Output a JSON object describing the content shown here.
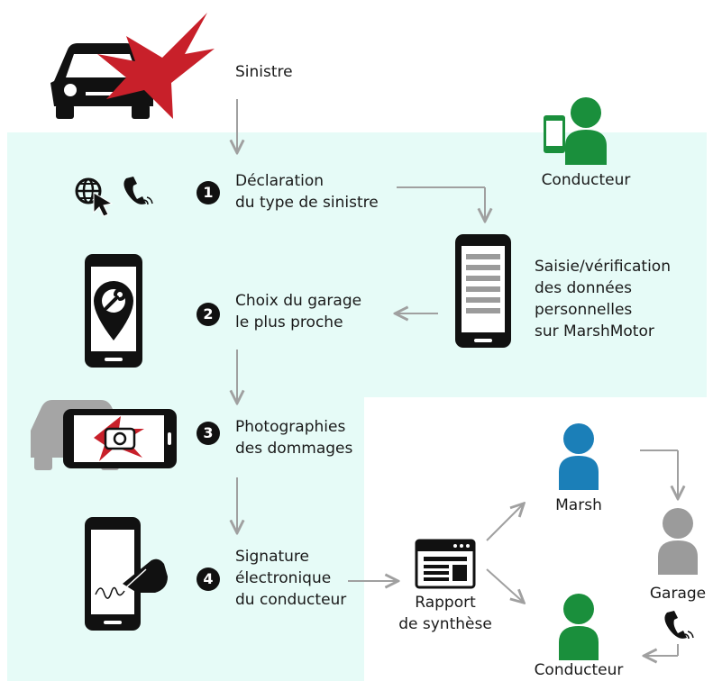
{
  "event": {
    "label": "Sinistre"
  },
  "steps": [
    {
      "number": "1",
      "label": "Déclaration\ndu type de sinistre"
    },
    {
      "number": "2",
      "label": "Choix du garage\nle plus proche"
    },
    {
      "number": "3",
      "label": "Photographies\ndes dommages"
    },
    {
      "number": "4",
      "label": "Signature\nélectronique\ndu conducteur"
    }
  ],
  "side": {
    "data_entry": "Saisie/vérification\ndes données\npersonnelles\nsur MarshMotor"
  },
  "actors": {
    "driver_top": "Conducteur",
    "marsh": "Marsh",
    "garage": "Garage",
    "driver_bottom": "Conducteur"
  },
  "report": {
    "label": "Rapport\nde synthèse"
  },
  "colors": {
    "panel_bg": "#e6fbf7",
    "green": "#1a8f3c",
    "blue": "#1b7fb8",
    "gray": "#9b9b9b",
    "red": "#c8202a",
    "arrow": "#a0a0a0"
  }
}
